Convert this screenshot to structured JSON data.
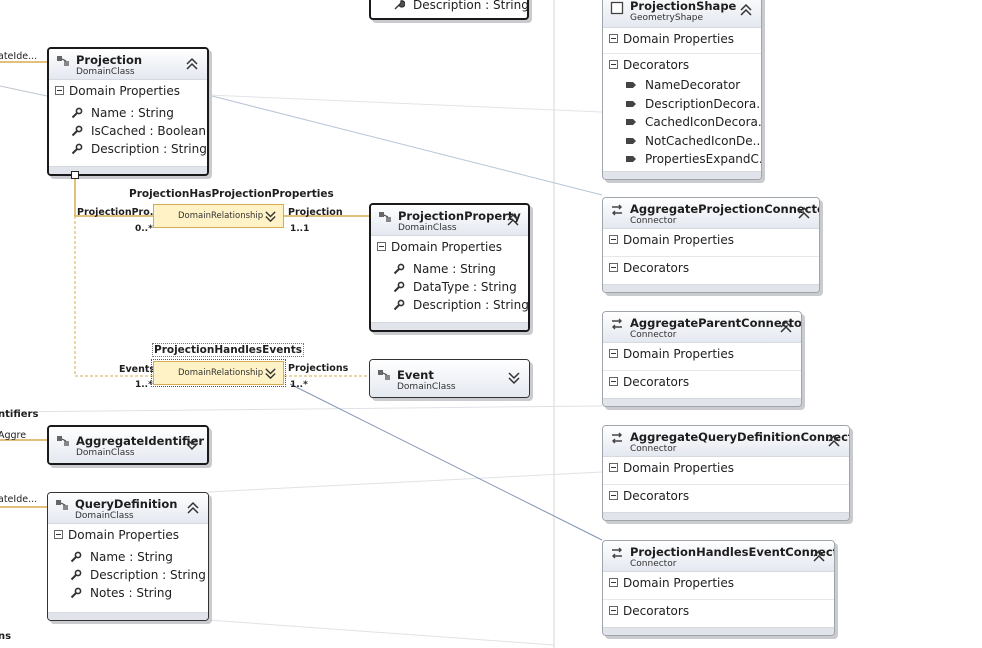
{
  "projection": {
    "name": "Projection",
    "stereotype": "DomainClass",
    "section": "Domain Properties",
    "properties": [
      "Name : String",
      "IsCached : Boolean",
      "Description : String"
    ]
  },
  "projection_property": {
    "name": "ProjectionProperty",
    "stereotype": "DomainClass",
    "section": "Domain Properties",
    "properties": [
      "Name : String",
      "DataType : String",
      "Description : String"
    ]
  },
  "event": {
    "name": "Event",
    "stereotype": "DomainClass"
  },
  "aggregate_identifier": {
    "name": "AggregateIdentifier",
    "stereotype": "DomainClass"
  },
  "query_definition": {
    "name": "QueryDefinition",
    "stereotype": "DomainClass",
    "section": "Domain Properties",
    "properties": [
      "Name : String",
      "Description : String",
      "Notes : String"
    ]
  },
  "top_partial": {
    "property": "Description : String"
  },
  "rel_properties": {
    "title": "ProjectionHasProjectionProperties",
    "kind": "DomainRelationship",
    "source_role": "ProjectionPro...",
    "source_mult": "0..*",
    "target_role": "Projection",
    "target_mult": "1..1"
  },
  "rel_events": {
    "title": "ProjectionHandlesEvents",
    "kind": "DomainRelationship",
    "source_role": "Events",
    "source_mult": "1..*",
    "target_role": "Projections",
    "target_mult": "1..*"
  },
  "left_edge": {
    "t1": "ateIde...",
    "t2": "ntifiers",
    "t3": "Aggre",
    "t4": "ateIde...",
    "t5": "ns"
  },
  "projection_shape": {
    "name": "ProjectionShape",
    "stereotype": "GeometryShape",
    "section1": "Domain Properties",
    "section2": "Decorators",
    "decorators": [
      "NameDecorator",
      "DescriptionDecora...",
      "CachedIconDecora...",
      "NotCachedIconDe...",
      "PropertiesExpandC..."
    ]
  },
  "connectors": [
    {
      "name": "AggregateProjectionConnector",
      "stereotype": "Connector",
      "section1": "Domain Properties",
      "section2": "Decorators"
    },
    {
      "name": "AggregateParentConnector",
      "stereotype": "Connector",
      "section1": "Domain Properties",
      "section2": "Decorators"
    },
    {
      "name": "AggregateQueryDefinitionConnector",
      "stereotype": "Connector",
      "section1": "Domain Properties",
      "section2": "Decorators"
    },
    {
      "name": "ProjectionHandlesEventConnector",
      "stereotype": "Connector",
      "section1": "Domain Properties",
      "section2": "Decorators"
    }
  ],
  "colors": {
    "relationship_fill": "#fff2c7",
    "relationship_line": "#d7ac50",
    "mapping_line": "#7f93b5"
  }
}
